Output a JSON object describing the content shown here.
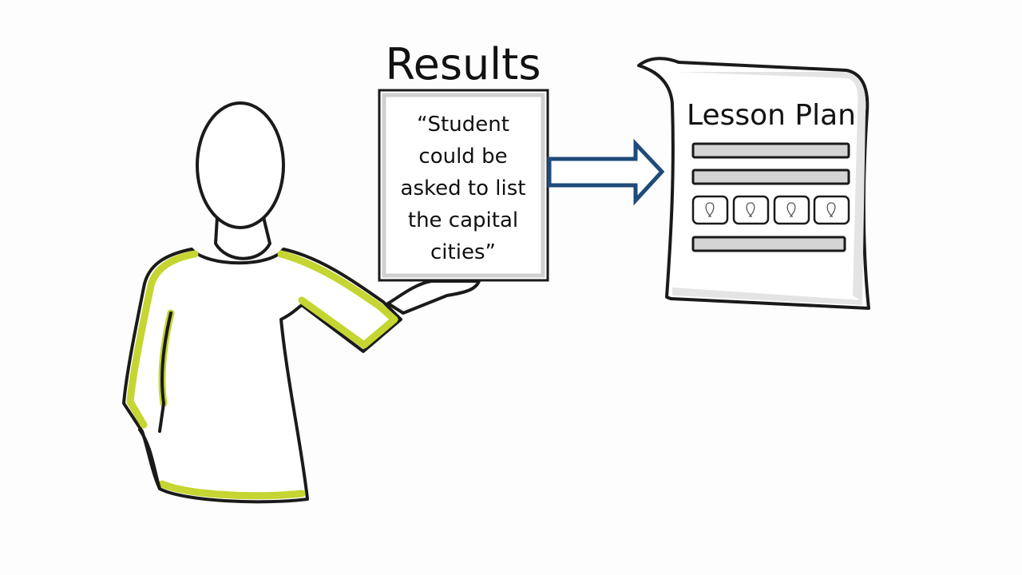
{
  "results": {
    "title": "Results",
    "quote_lines": [
      "“Student",
      "could be",
      "asked to list",
      "the capital",
      "cities”"
    ]
  },
  "lesson_plan": {
    "title": "Lesson Plan",
    "icon_tiles": [
      "lightbulb-icon",
      "lightbulb-icon",
      "lightbulb-icon",
      "lightbulb-icon"
    ]
  },
  "colors": {
    "shirt_accent": "#c5d531",
    "arrow": "#1f4b7a",
    "outline": "#1a1a1a",
    "bar_fill": "#d4d4d4"
  }
}
